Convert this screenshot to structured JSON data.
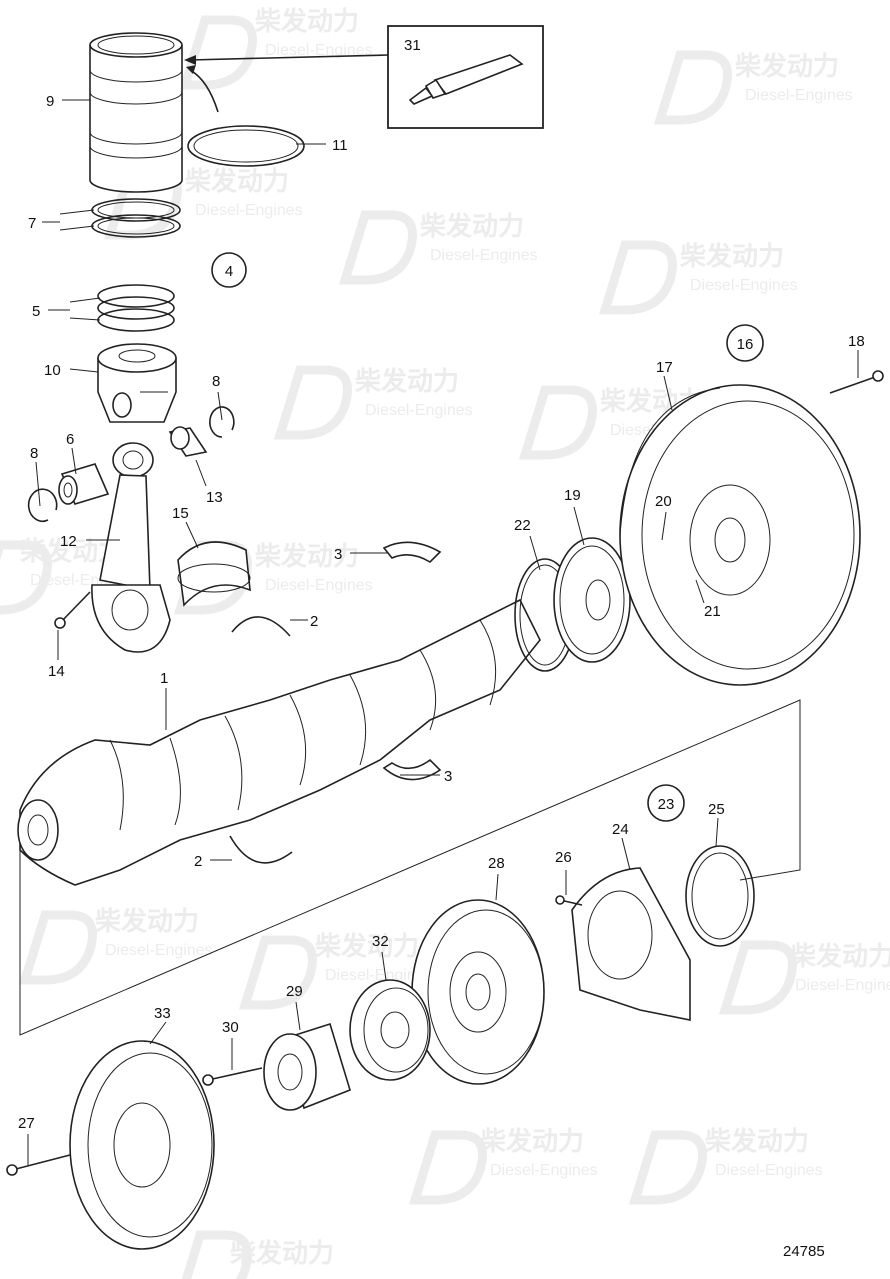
{
  "drawing_number": "24785",
  "watermark": {
    "brand": "柴发动力",
    "sub": "Diesel-Engines"
  },
  "callouts": {
    "c1": "1",
    "c2a": "2",
    "c2b": "2",
    "c3a": "3",
    "c3b": "3",
    "c4": "4",
    "c5": "5",
    "c6": "6",
    "c7": "7",
    "c8a": "8",
    "c8b": "8",
    "c9": "9",
    "c10": "10",
    "c11": "11",
    "c12": "12",
    "c13": "13",
    "c14": "14",
    "c15": "15",
    "c16": "16",
    "c17": "17",
    "c18": "18",
    "c19": "19",
    "c20": "20",
    "c21": "21",
    "c22": "22",
    "c23": "23",
    "c24": "24",
    "c25": "25",
    "c26": "26",
    "c27": "27",
    "c28": "28",
    "c29": "29",
    "c30": "30",
    "c31": "31",
    "c32": "32",
    "c33": "33"
  }
}
